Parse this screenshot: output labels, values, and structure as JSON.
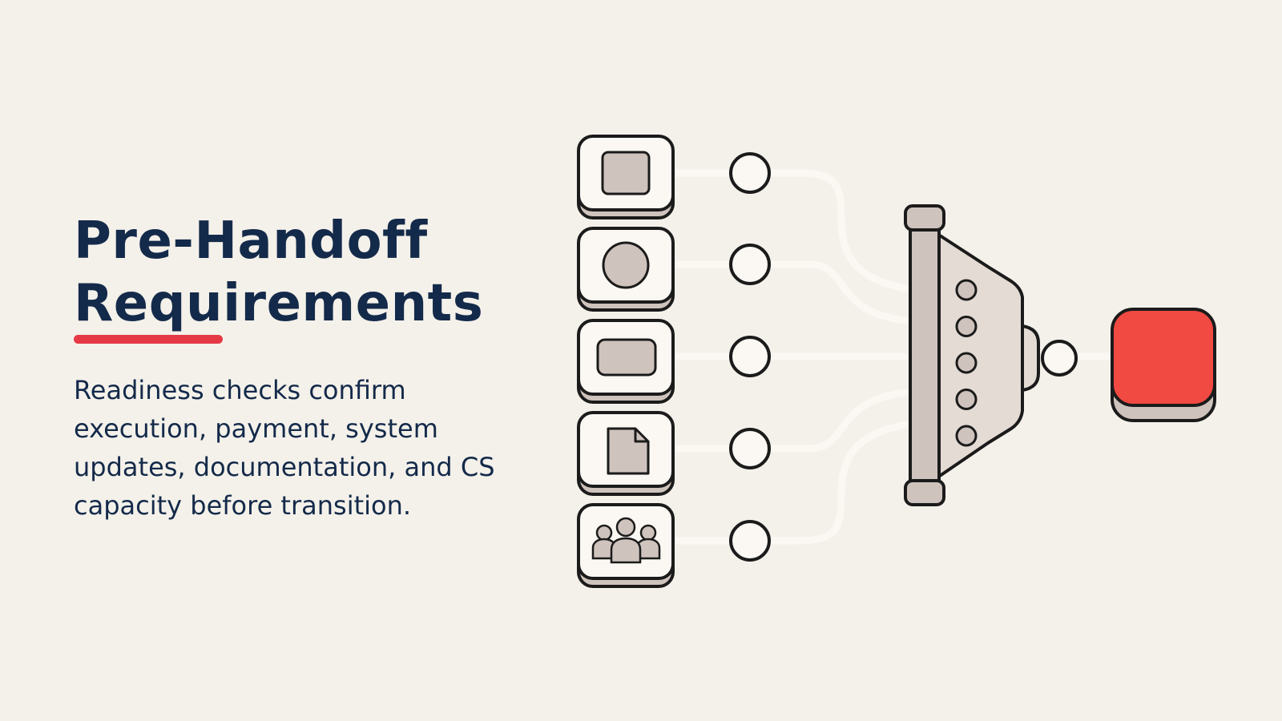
{
  "slide": {
    "title_line1": "Pre-Handoff",
    "title_line2": "Requirements",
    "body": "Readiness checks confirm execution, payment, system updates, documentation, and CS capacity before transition."
  },
  "colors": {
    "background": "#f4f1ea",
    "text": "#142a4a",
    "accent": "#e63946",
    "card_fill": "#fbf8f3",
    "icon_fill": "#cfc3bd",
    "stroke": "#1b1b1b",
    "funnel_fill": "#e3dbd4",
    "output_fill": "#f04a43"
  },
  "diagram": {
    "inputs": [
      {
        "icon": "square-icon"
      },
      {
        "icon": "circle-icon"
      },
      {
        "icon": "rectangle-icon"
      },
      {
        "icon": "document-icon"
      },
      {
        "icon": "people-icon"
      }
    ],
    "funnel": {
      "indicator_count": 5
    },
    "output": {
      "icon": "output-block"
    }
  }
}
